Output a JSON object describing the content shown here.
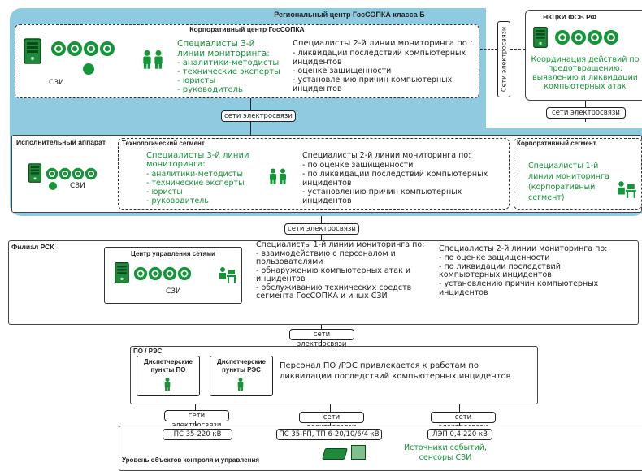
{
  "colors": {
    "region_bg": "#8ecbe0",
    "accent_green": "#139538",
    "server_green": "#1f8a3a"
  },
  "region": {
    "title": "Региональный центр ГосСОПКА класса Б",
    "corp_center": {
      "title": "Корпоративный центр ГосСОПКА",
      "szi": "СЗИ",
      "l3_title": "Специалисты 3-й линии мониторинга:",
      "l3_items": "- аналитики-методисты\n- технические эксперты\n- юристы\n- руководитель",
      "l2_title": "Специалисты 2-й линии мониторинга по :",
      "l2_items": "- ликвидации последствий компьютерных инцидентов\n- оценке защищенности\n- установлению причин компьютерных инцидентов"
    },
    "link_comm": "сети электросвязи",
    "exec": {
      "title": "Исполнительный аппарат",
      "szi": "СЗИ",
      "tech_title": "Технологический сегмент",
      "l3_title": "Специалисты 3-й линии мониторинга:",
      "l3_items": "- аналитики-методисты\n- технические эксперты\n- юристы\n- руководитель",
      "l2_title": "Специалисты 2-й линии мониторинга по:",
      "l2_items": "- по оценке защищенности\n- по ликвидации последствий компьютерных инцидентов\n- установлению причин компьютерных инцидентов",
      "corp_title": "Корпоративный сегмент",
      "corp_text": "Специалисты 1-й линии мониторинга (корпоративный сегмент)"
    }
  },
  "nkcki": {
    "title": "НКЦКИ ФСБ РФ",
    "text": "Координация действий по предотвращению, выявлению и ликвидации компьютерных атак",
    "vertical_label": "Сети электросвязи",
    "link_comm": "сети электросвязи"
  },
  "comm_links": {
    "c1": "сети электросвязи",
    "c2": "сети электросвязи",
    "c3": "сети электросвязи",
    "c4": "сети электросвязи",
    "c5": "сети электросвязи"
  },
  "filial": {
    "title": "Филиал РСК",
    "ncc_title": "Центр управления сетями",
    "szi": "СЗИ",
    "l1_text": "Специалисты 1-й линии мониторинга по:\n- взаимодействию с персоналом и пользователями\n- обнаружению компьютерных атак и инцидентов\n- обслуживанию технических средств сегмента ГосСОПКА и иных СЗИ",
    "l2_text": "Специалисты 2-й линии мониторинга по:\n- по оценке защищенности\n- по ликвидации последствий компьютерных инцидентов\n- установлению причин компьютерных инцидентов"
  },
  "po_res": {
    "title": "ПО / РЭС",
    "dp_po": "Диспетчерские пункты ПО",
    "dp_res": "Диспетчерские пункты РЭС",
    "text": "Персонал ПО /РЭС привлекается к работам по ликвидации последствий компьютерных инцидентов"
  },
  "objects": {
    "ps1": "ПС 35-220 кВ",
    "ps2": "ПС 35-РП, ТП 6-20/10/6/4 кВ",
    "lep": "ЛЭП 0,4-220 кВ",
    "level": "Уровень объектов контроля и управления",
    "sources": "Источники событий, сенсоры СЗИ"
  }
}
